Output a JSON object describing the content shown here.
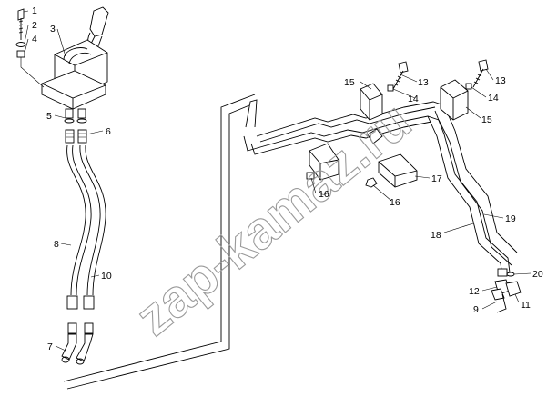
{
  "diagram": {
    "watermark": "zap-kamaz.ru",
    "callouts": [
      "1",
      "2",
      "3",
      "4",
      "5",
      "6",
      "7",
      "8",
      "9",
      "10",
      "11",
      "12",
      "13",
      "14",
      "15",
      "16",
      "17",
      "18",
      "19",
      "20"
    ]
  }
}
